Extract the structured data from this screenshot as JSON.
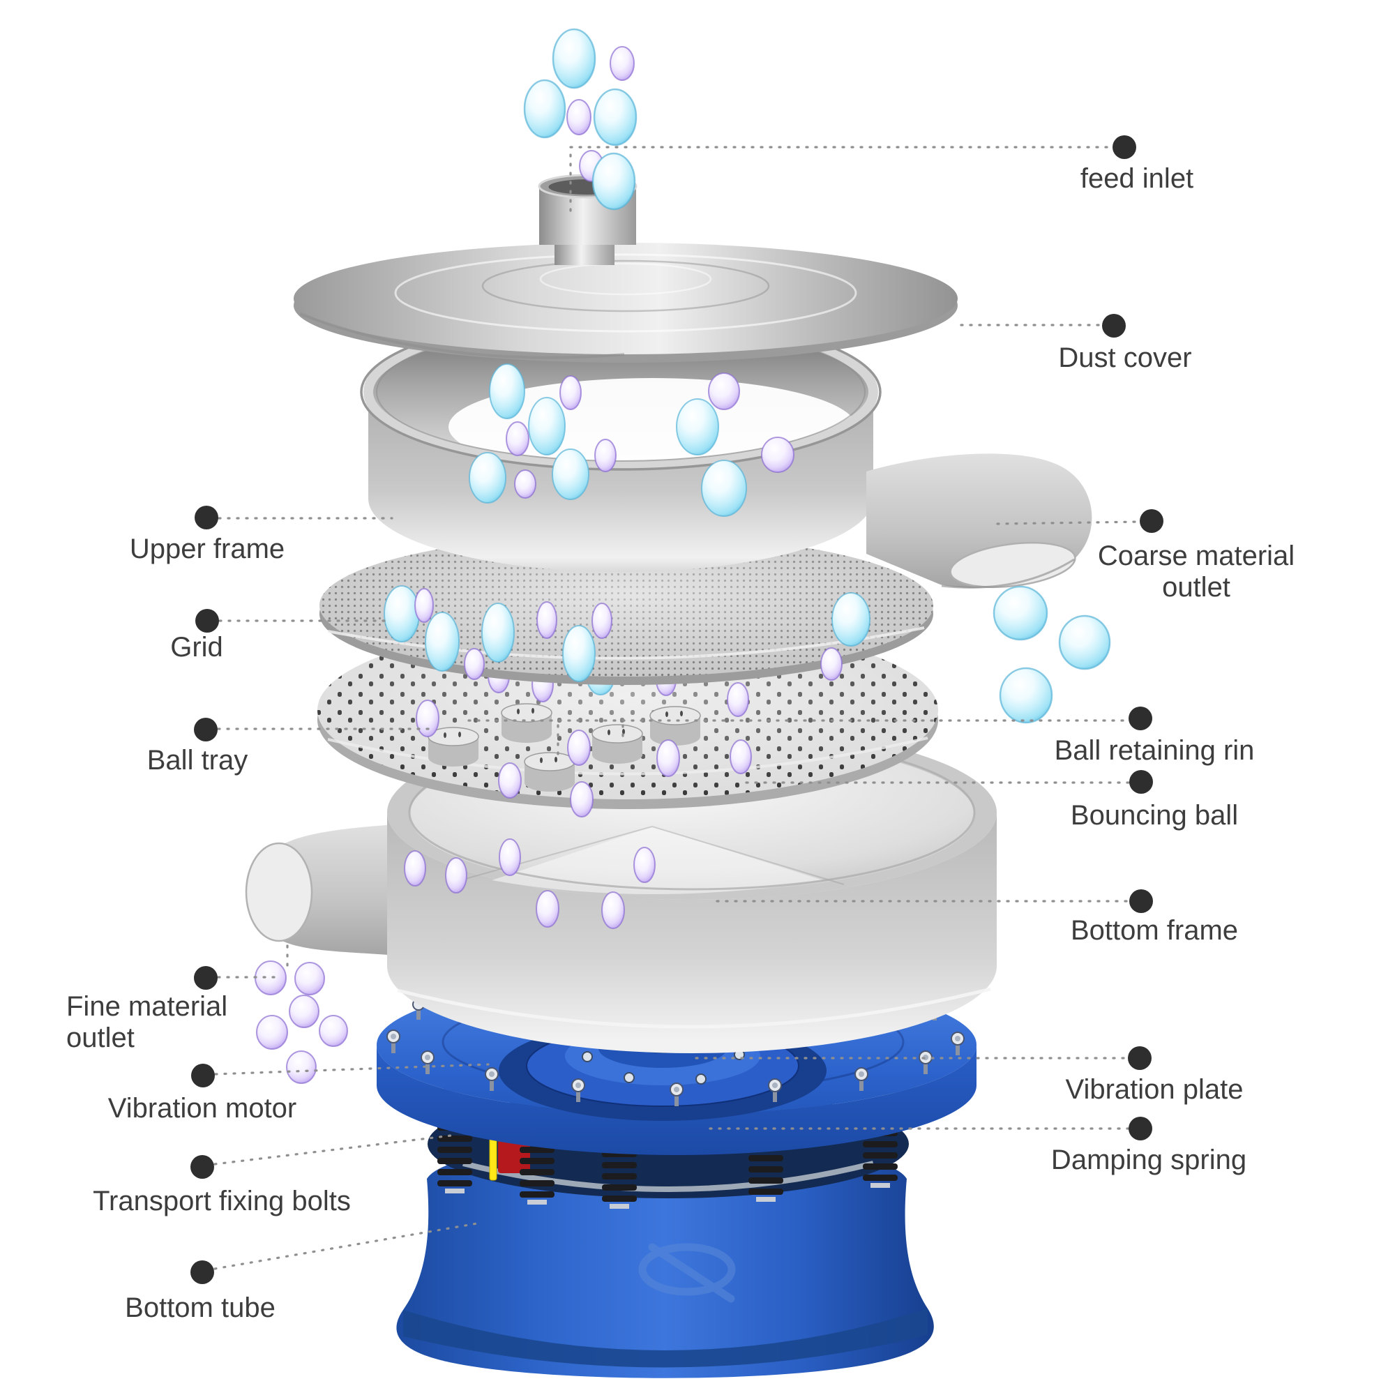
{
  "diagram": {
    "subject": "vibrating-sieve-separator-exploded-view",
    "accent_blue": "#2c63c8",
    "metal_gray": "#c6c6c6",
    "bubble_cyan": "#8edcf3",
    "bubble_purple": "#b79df0",
    "callout_dot_color": "#2e2e2e"
  },
  "labels": {
    "feed_inlet": {
      "text": "feed inlet"
    },
    "dust_cover": {
      "text": "Dust cover"
    },
    "upper_frame": {
      "text": "Upper frame"
    },
    "grid": {
      "text": "Grid"
    },
    "ball_tray": {
      "text": "Ball tray"
    },
    "coarse_material_outlet": {
      "line1": "Coarse material",
      "line2": "outlet"
    },
    "ball_retaining_ring": {
      "text": "Ball retaining rin"
    },
    "bouncing_ball": {
      "text": "Bouncing ball"
    },
    "bottom_frame": {
      "text": "Bottom frame"
    },
    "fine_material_outlet": {
      "line1": "Fine material",
      "line2": "outlet"
    },
    "vibration_motor": {
      "text": "Vibration motor"
    },
    "vibration_plate": {
      "text": "Vibration plate"
    },
    "damping_spring": {
      "text": "Damping spring"
    },
    "transport_fixing_bolts": {
      "text": "Transport fixing bolts"
    },
    "bottom_tube": {
      "text": "Bottom tube"
    }
  }
}
